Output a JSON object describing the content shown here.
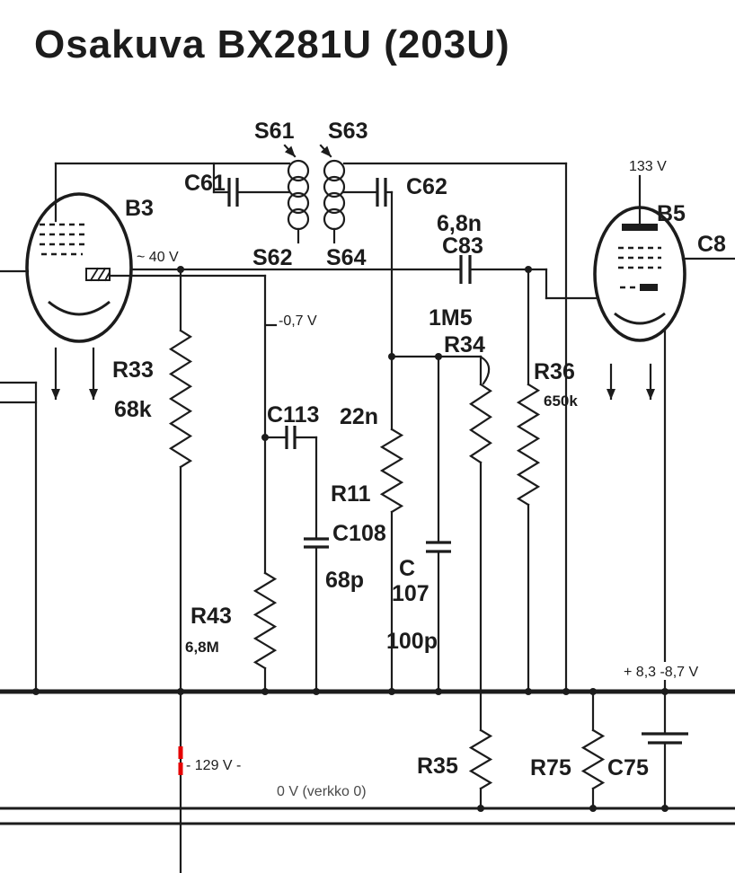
{
  "title": "Osakuva BX281U (203U)",
  "colors": {
    "ink": "#1c1c1c",
    "red": "#e60000",
    "muted": "#4a4a4a",
    "bg": "#ffffff"
  },
  "tubes": {
    "b3": "B3",
    "b5": "B5"
  },
  "coils": {
    "s61": "S61",
    "s62": "S62",
    "s63": "S63",
    "s64": "S64"
  },
  "capacitors": {
    "c61": "C61",
    "c62": "C62",
    "c83": "C83",
    "c83_value": "6,8n",
    "c113": "C113",
    "c113_value": "22n",
    "c108": "C108",
    "c108_value": "68p",
    "c107_line1": "C",
    "c107_line2": "107",
    "c107_value": "100p",
    "c75": "C75",
    "c8_partial": "C8"
  },
  "resistors": {
    "r33": "R33",
    "r33_value": "68k",
    "r34": "R34",
    "r34_value": "1M5",
    "r36": "R36",
    "r36_value": "650k",
    "r43": "R43",
    "r43_value": "6,8M",
    "r11": "R11",
    "r35": "R35",
    "r75": "R75"
  },
  "voltages": {
    "anode_b5": "133 V",
    "screen_b3": "~ 40 V",
    "grid_b3": "-0,7 V",
    "cathode_bus": "+ 8,3 -8,7 V",
    "ht_negative": "- 129 V -",
    "zero": "0 V (verkko 0)"
  }
}
